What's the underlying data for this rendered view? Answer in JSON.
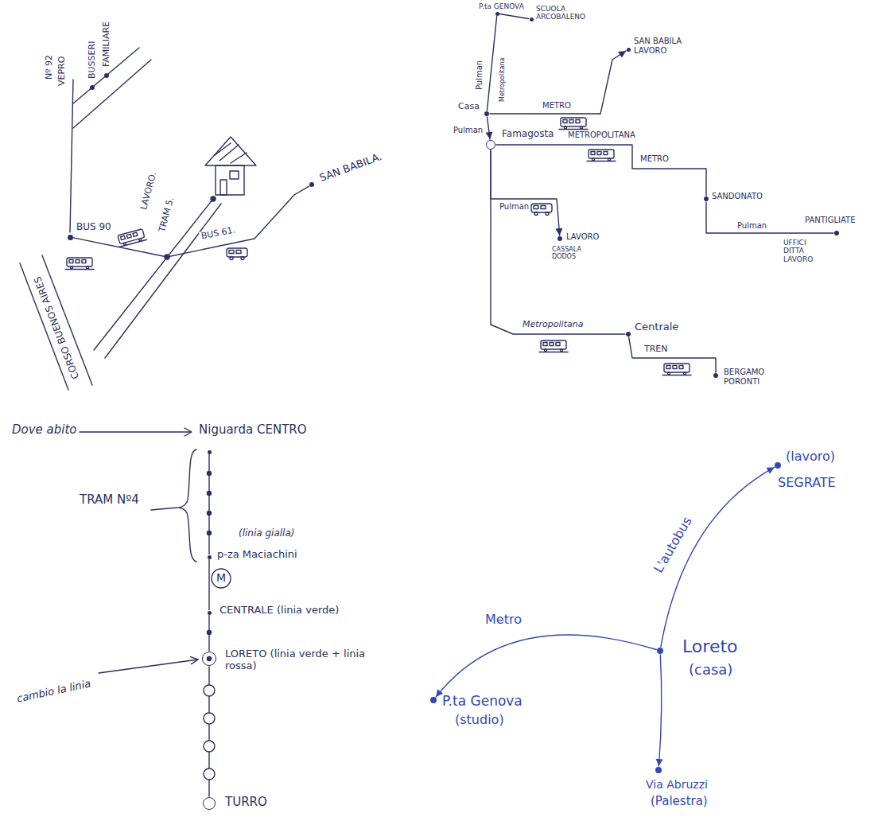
{
  "diagram": {
    "nodes": [
      {
        "text": [
          "BUSSERI"
        ]
      },
      {
        "text": [
          "FAMILIARE"
        ]
      },
      {
        "text": [
          "BUS 90"
        ]
      },
      {
        "text": [
          "SAN BABILA."
        ]
      },
      {
        "text": [
          "P.ta GENOVA"
        ]
      },
      {
        "text": [
          "SCUOLA ARCOBALENO"
        ]
      },
      {
        "text": [
          "SAN BABILA LAVORO"
        ]
      },
      {
        "text": [
          "Casa"
        ]
      },
      {
        "text": [
          "Famagosta"
        ]
      },
      {
        "text": [
          "SANDONATO"
        ]
      },
      {
        "text": [
          "PANTIGLIATE",
          "UFFICI DITTA LAVORO"
        ]
      },
      {
        "text": [
          "LAVORO",
          "CASSALA DODOS"
        ]
      },
      {
        "text": [
          "Centrale"
        ]
      },
      {
        "text": [
          "BERGAMO PORONTI"
        ]
      },
      {
        "text": [
          "Niguarda CENTRO"
        ]
      },
      {
        "text": [
          "p-za Maciachini"
        ]
      },
      {
        "text": [
          "CENTRALE (linia verde)"
        ]
      },
      {
        "text": [
          "LORETO (linia verde + linia rossa)"
        ]
      },
      {
        "text": [
          "TURRO"
        ]
      },
      {
        "text": [
          "(lavoro)",
          "SEGRATE"
        ]
      },
      {
        "text": [
          "P.ta Genova",
          "(studio)"
        ]
      },
      {
        "text": [
          "Loreto",
          "(casa)"
        ]
      },
      {
        "text": [
          "Via Abruzzi",
          "(Palestra)"
        ]
      }
    ],
    "edges": [
      {
        "from": 2,
        "to": 3,
        "label": "BUS 61.",
        "arrow": "none"
      },
      {
        "from": 7,
        "to": 4,
        "label": "Pulman",
        "arrow": "none"
      },
      {
        "from": 4,
        "to": 5,
        "arrow": "none"
      },
      {
        "from": 7,
        "to": 6,
        "label": "METRO",
        "arrow": "to"
      },
      {
        "from": 7,
        "to": 8,
        "label": "Pulman",
        "arrow": "to"
      },
      {
        "from": 8,
        "to": 9,
        "label": "METROPOLITANA",
        "arrow": "none"
      },
      {
        "from": 9,
        "to": 10,
        "label": "Pulman",
        "arrow": "none"
      },
      {
        "from": 8,
        "to": 11,
        "label": "Pulman",
        "arrow": "to"
      },
      {
        "from": 8,
        "to": 12,
        "label": "Metropolitana",
        "arrow": "none"
      },
      {
        "from": 12,
        "to": 13,
        "label": "TREN",
        "arrow": "none"
      },
      {
        "from": 14,
        "to": 15,
        "arrow": "none"
      },
      {
        "from": 15,
        "to": 16,
        "arrow": "none"
      },
      {
        "from": 16,
        "to": 17,
        "arrow": "none"
      },
      {
        "from": 17,
        "to": 18,
        "arrow": "none"
      },
      {
        "from": 21,
        "to": 20,
        "label": "Metro",
        "arrow": "to"
      },
      {
        "from": 21,
        "to": 19,
        "label": "L'autobus",
        "arrow": "to"
      },
      {
        "from": 21,
        "to": 22,
        "arrow": "to"
      }
    ],
    "labels": [
      "Nº 92",
      "VEPRO",
      "LAVORO.",
      "TRAM 5.",
      "CORSO BUENOS AIRES",
      "Metropolitana",
      "METRO",
      "Dove abito",
      "TRAM Nº4",
      "(linia gialla)",
      "M",
      "cambio la linia"
    ]
  }
}
